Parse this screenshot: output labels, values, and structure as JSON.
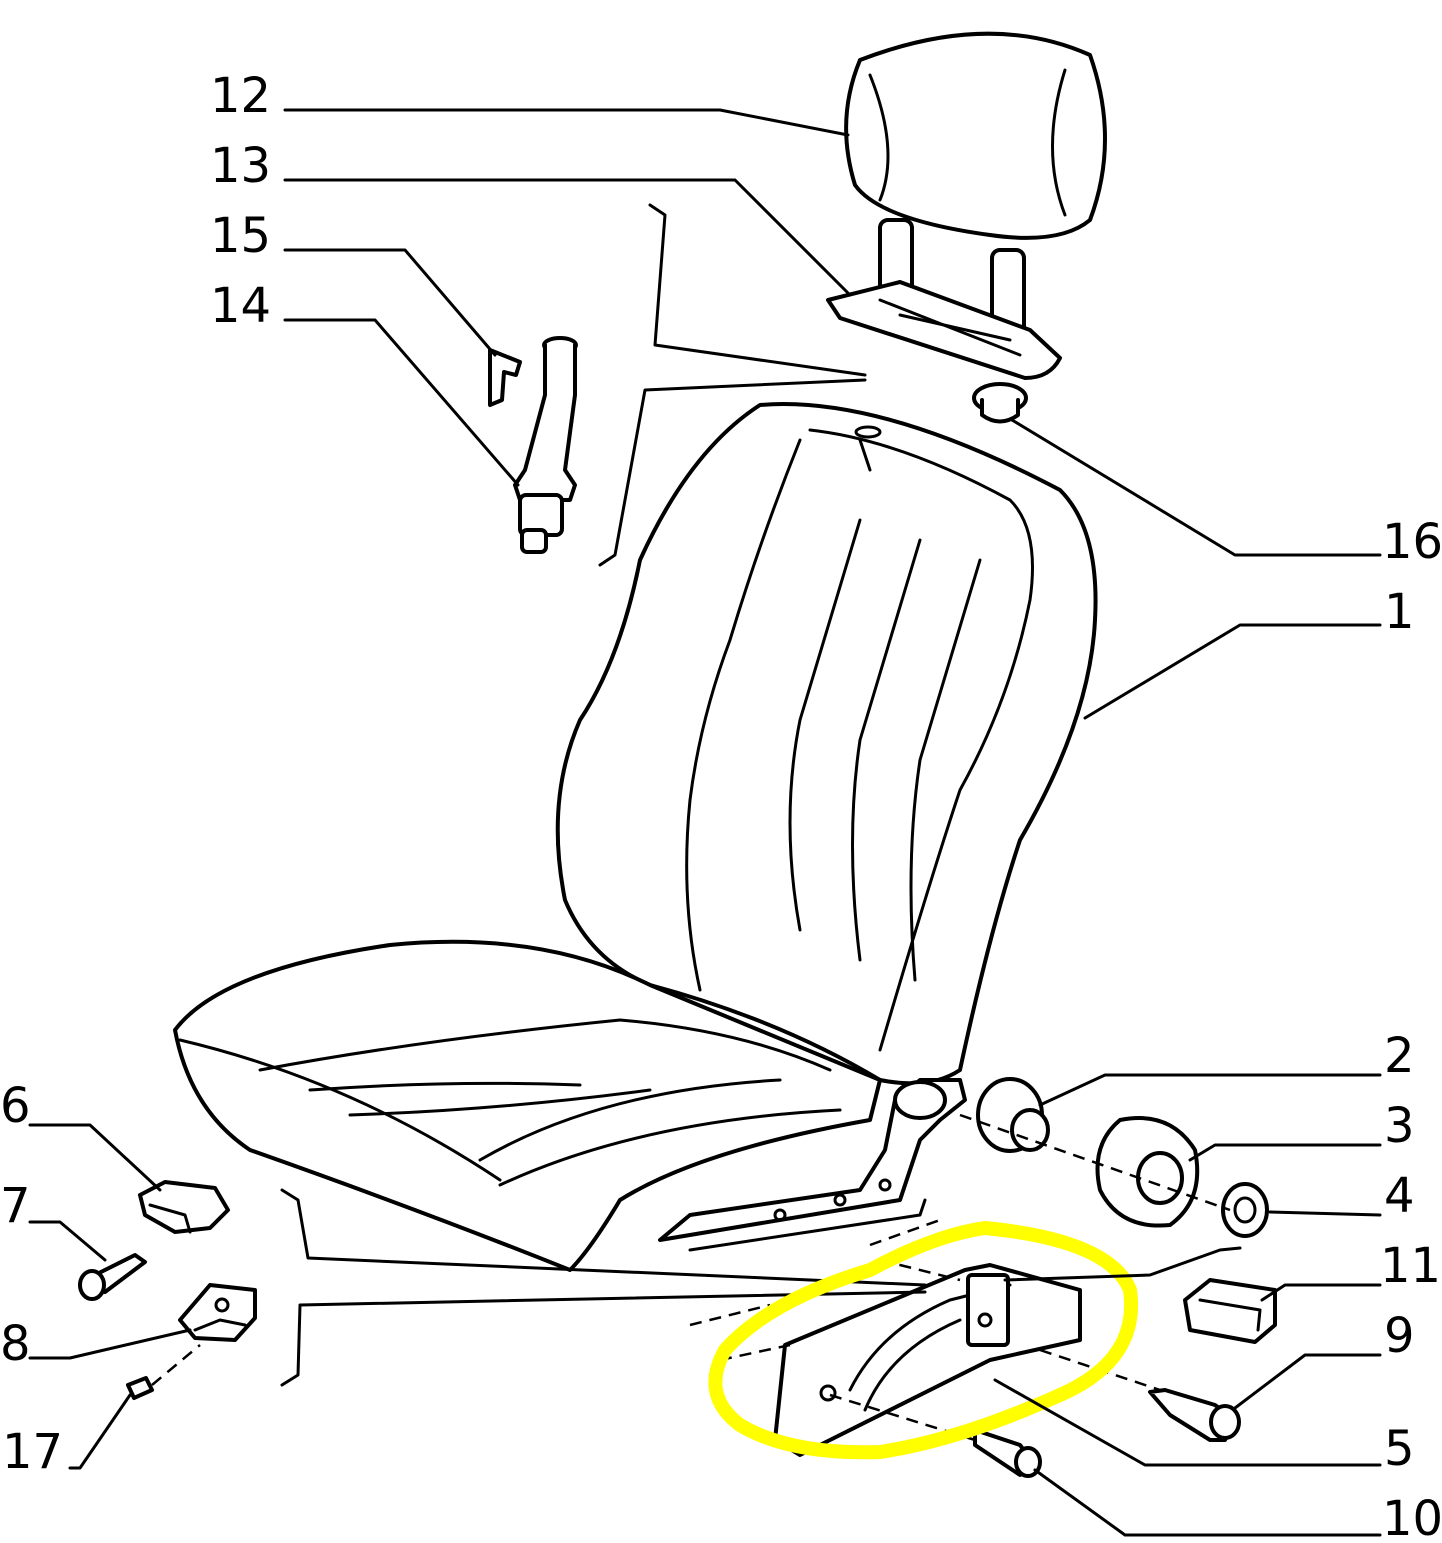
{
  "callouts": [
    {
      "id": "12",
      "text": "12"
    },
    {
      "id": "13",
      "text": "13"
    },
    {
      "id": "15",
      "text": "15"
    },
    {
      "id": "14",
      "text": "14"
    },
    {
      "id": "16",
      "text": "16"
    },
    {
      "id": "1",
      "text": "1"
    },
    {
      "id": "2",
      "text": "2"
    },
    {
      "id": "3",
      "text": "3"
    },
    {
      "id": "4",
      "text": "4"
    },
    {
      "id": "11",
      "text": "11"
    },
    {
      "id": "9",
      "text": "9"
    },
    {
      "id": "5",
      "text": "5"
    },
    {
      "id": "10",
      "text": "10"
    },
    {
      "id": "6",
      "text": "6"
    },
    {
      "id": "7",
      "text": "7"
    },
    {
      "id": "8",
      "text": "8"
    },
    {
      "id": "17",
      "text": "17"
    }
  ],
  "highlight": {
    "part": "5",
    "color": "#ffff00"
  }
}
